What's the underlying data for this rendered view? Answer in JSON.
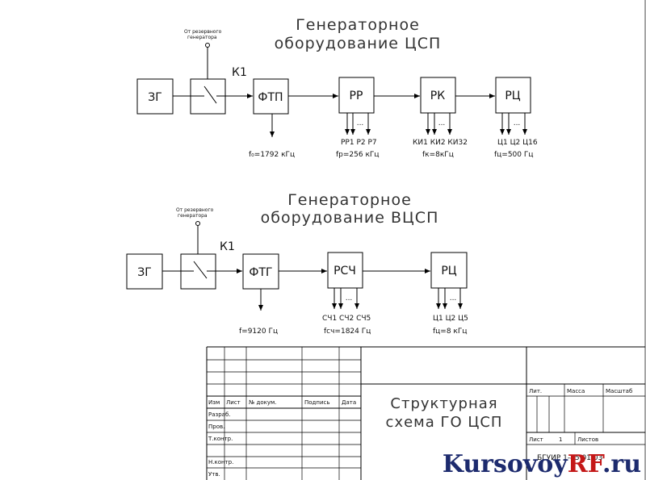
{
  "top_section": {
    "title_line1": "Генераторное",
    "title_line2": "оборудование ЦСП",
    "blocks": [
      "ЗГ",
      "",
      "ФТП",
      "РР",
      "РК",
      "РЦ"
    ],
    "key_label": "К1",
    "key_note_line1": "От резервного",
    "key_note_line2": "генератора",
    "outputs": {
      "ftp_freq": "f₀=1792 кГц",
      "rr_names": "РР1 Р2 Р7",
      "rr_freq": "fр=256 кГц",
      "rk_names": "КИ1 КИ2 КИ32",
      "rk_freq": "fк=8кГц",
      "rc_names": "Ц1 Ц2 Ц16",
      "rc_freq": "fц=500 Гц"
    }
  },
  "bottom_section": {
    "title_line1": "Генераторное",
    "title_line2": "оборудование ВЦСП",
    "blocks": [
      "ЗГ",
      "",
      "ФТГ",
      "РСЧ",
      "РЦ"
    ],
    "key_label": "К1",
    "key_note_line1": "От резервного",
    "key_note_line2": "генератора",
    "outputs": {
      "ftg_freq": "f=9120 Гц",
      "rsch_names": "СЧ1 СЧ2 СЧ5",
      "rsch_freq": "fсч=1824 Гц",
      "rc_names": "Ц1 Ц2 Ц5",
      "rc_freq": "fц=8 кГц"
    }
  },
  "stamp": {
    "col_headers": [
      "Изм",
      "Лист",
      "№ докум.",
      "Подпись",
      "Дата"
    ],
    "rows": [
      "Разраб.",
      "Пров.",
      "Т.контр.",
      "",
      "Н.контр.",
      "Утв."
    ],
    "title_line1": "Структурная",
    "title_line2": "схема ГО ЦСП",
    "lit": "Лит.",
    "mass": "Масса",
    "scale": "Масштаб",
    "sheet": "Лист",
    "sheet_num": "1",
    "sheets": "Листов",
    "code": "БГУИР 1-45 01 03"
  },
  "watermark": {
    "left": "Kursovoy",
    "right": "RF",
    "tail": ".ru"
  }
}
